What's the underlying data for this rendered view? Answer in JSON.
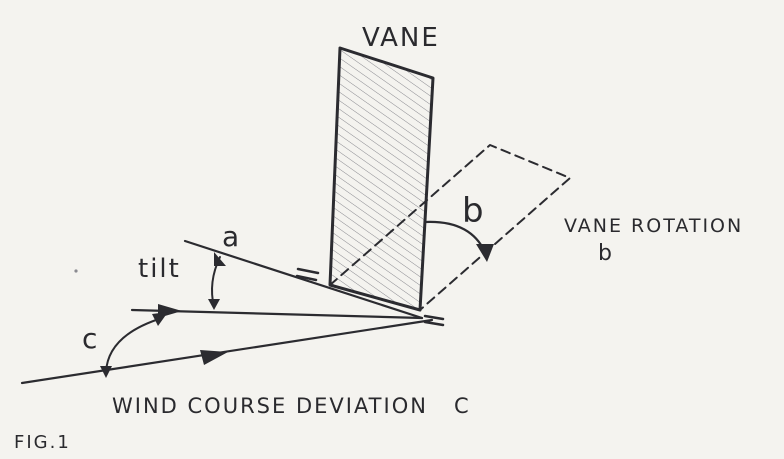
{
  "labels": {
    "vane": "VANE",
    "b_on_rotation": "b",
    "vane_rotation_line1": "VANE ROTATION",
    "vane_rotation_line2": "b",
    "tilt": "tilt",
    "a": "a",
    "c": "c",
    "wind_course_deviation": "WIND COURSE DEVIATION   C",
    "fig": "FIG.1"
  },
  "colors": {
    "paper": "#f4f3ef",
    "ink": "#2b2b30",
    "hatch": "#7a7a80"
  }
}
